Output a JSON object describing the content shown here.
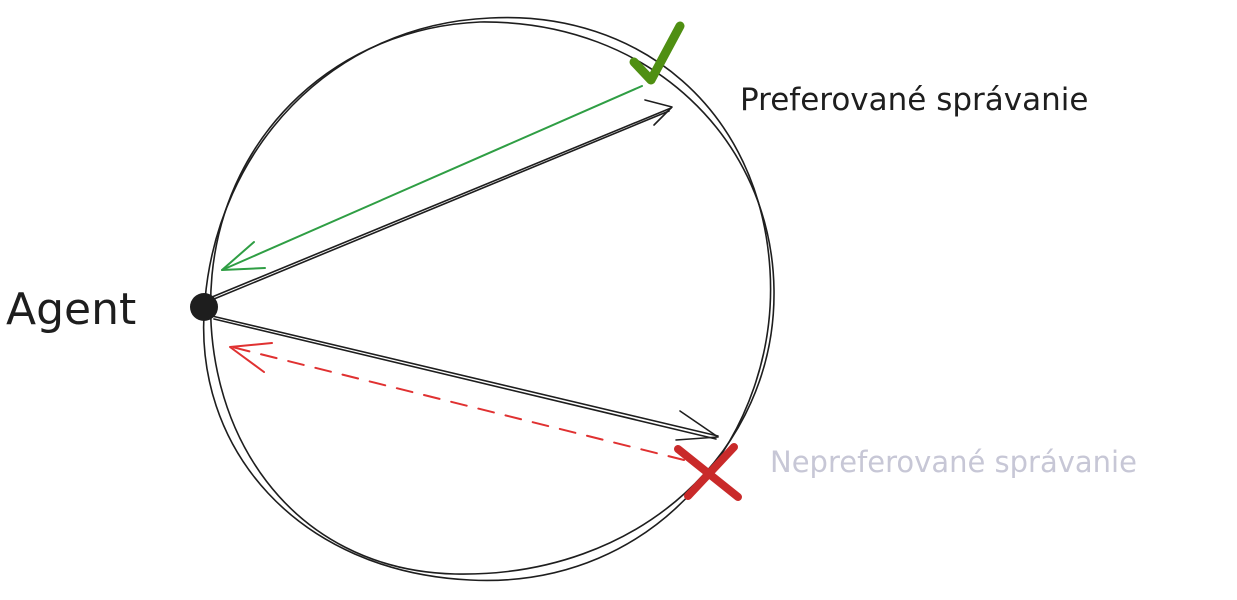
{
  "diagram": {
    "agent_label": "Agent",
    "preferred_label": "Preferované správanie",
    "nonpreferred_label": "Nepreferované správanie"
  },
  "colors": {
    "ink": "#1e1e1e",
    "preferred": "#2f9e44",
    "checkmark": "#4f8f12",
    "nonpreferred": "#e03131",
    "cross": "#c92a2a",
    "muted_label": "#c7c7d6"
  },
  "icons": {
    "preferred_marker": "checkmark-icon",
    "nonpreferred_marker": "cross-icon"
  }
}
